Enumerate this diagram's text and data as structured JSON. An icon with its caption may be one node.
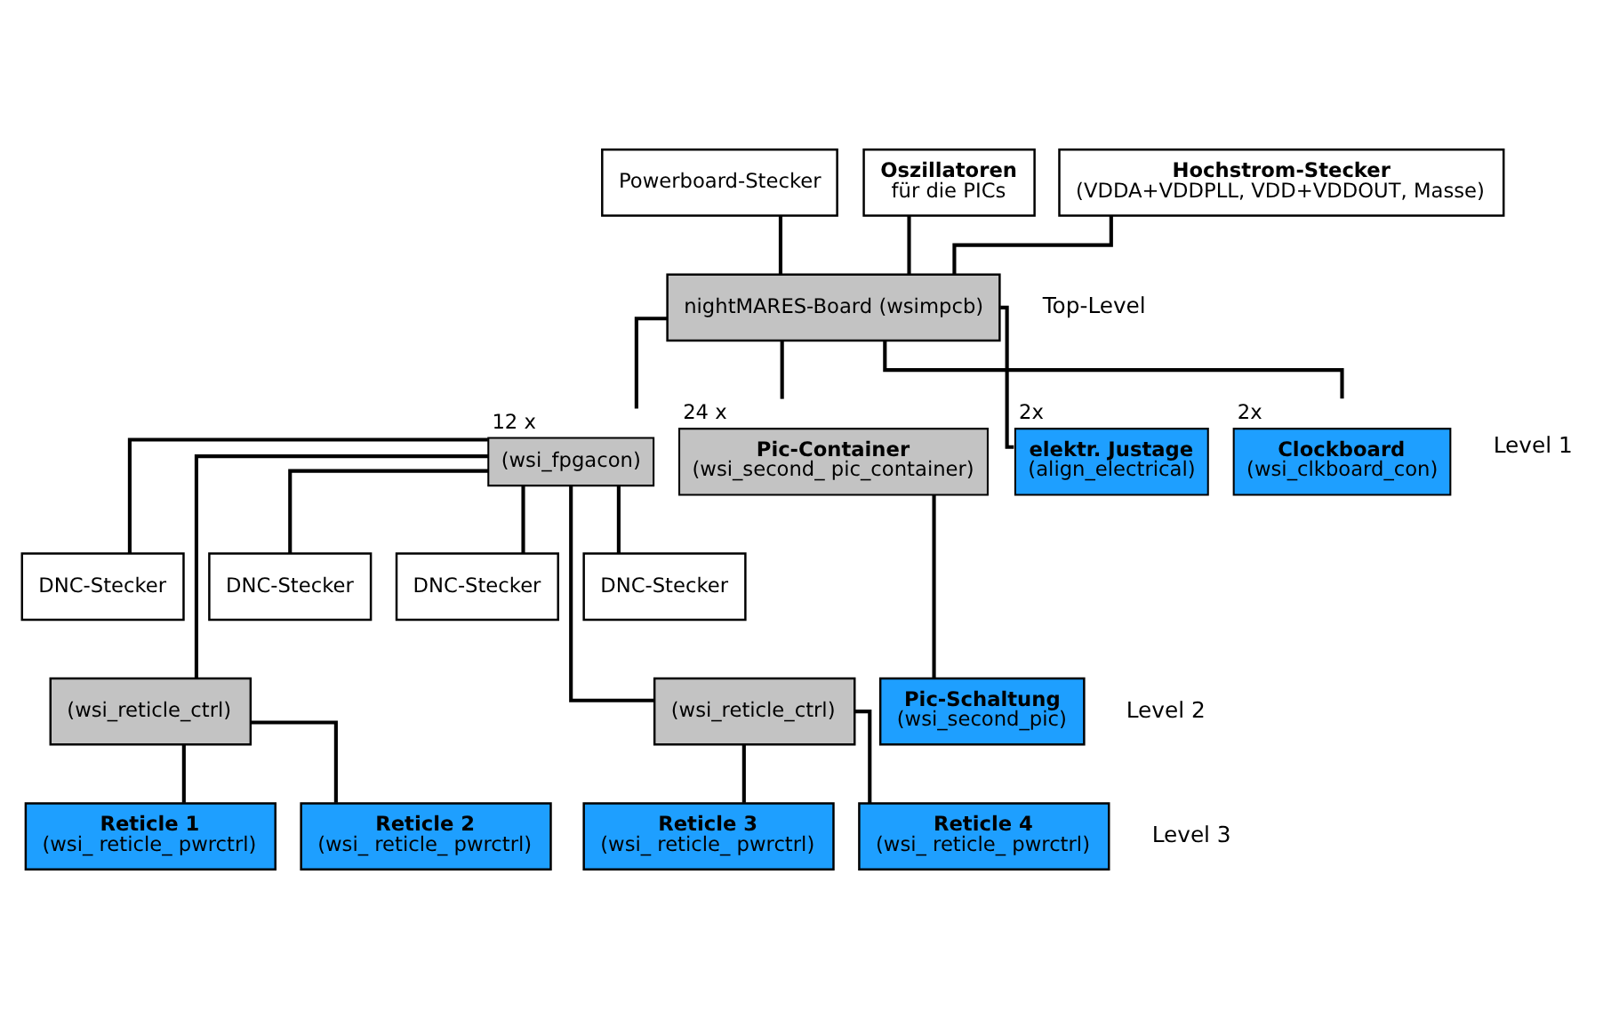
{
  "diagram": {
    "nodes": [
      {
        "text": [
          "Powerboard-Stecker"
        ]
      },
      {
        "text": [
          "Oszillatoren",
          "für die PICs"
        ]
      },
      {
        "text": [
          "Hochstrom-Stecker",
          "(VDDA+VDDPLL, VDD+VDDOUT, Masse)"
        ]
      },
      {
        "text": [
          "nightMARES-Board (wsimpcb)"
        ]
      },
      {
        "text": [
          "(wsi_fpgacon)"
        ],
        "beside": [
          "12 x"
        ]
      },
      {
        "text": [
          "Pic-Container",
          "(wsi_second_ pic_container)"
        ],
        "beside": [
          "24 x"
        ]
      },
      {
        "text": [
          "elektr. Justage",
          "(align_electrical)"
        ],
        "beside": [
          "2x"
        ]
      },
      {
        "text": [
          "Clockboard",
          "(wsi_clkboard_con)"
        ],
        "beside": [
          "2x"
        ]
      },
      {
        "text": [
          "DNC-Stecker"
        ]
      },
      {
        "text": [
          "DNC-Stecker"
        ]
      },
      {
        "text": [
          "DNC-Stecker"
        ]
      },
      {
        "text": [
          "DNC-Stecker"
        ]
      },
      {
        "text": [
          "(wsi_reticle_ctrl)"
        ]
      },
      {
        "text": [
          "(wsi_reticle_ctrl)"
        ]
      },
      {
        "text": [
          "Pic-Schaltung",
          "(wsi_second_pic)"
        ]
      },
      {
        "text": [
          "Reticle 1",
          "(wsi_ reticle_ pwrctrl)"
        ]
      },
      {
        "text": [
          "Reticle 2",
          "(wsi_ reticle_ pwrctrl)"
        ]
      },
      {
        "text": [
          "Reticle 3",
          "(wsi_ reticle_ pwrctrl)"
        ]
      },
      {
        "text": [
          "Reticle 4",
          "(wsi_ reticle_ pwrctrl)"
        ]
      }
    ],
    "edges": [
      {
        "from": 0,
        "to": 3,
        "arrow": "none"
      },
      {
        "from": 1,
        "to": 3,
        "arrow": "none"
      },
      {
        "from": 2,
        "to": 3,
        "arrow": "none"
      },
      {
        "from": 3,
        "to": 4,
        "arrow": "none"
      },
      {
        "from": 3,
        "to": 5,
        "arrow": "none"
      },
      {
        "from": 3,
        "to": 6,
        "arrow": "none"
      },
      {
        "from": 3,
        "to": 7,
        "arrow": "none"
      },
      {
        "from": 4,
        "to": 8,
        "arrow": "none"
      },
      {
        "from": 4,
        "to": 9,
        "arrow": "none"
      },
      {
        "from": 4,
        "to": 10,
        "arrow": "none"
      },
      {
        "from": 4,
        "to": 11,
        "arrow": "none"
      },
      {
        "from": 4,
        "to": 12,
        "arrow": "none"
      },
      {
        "from": 4,
        "to": 13,
        "arrow": "none"
      },
      {
        "from": 5,
        "to": 14,
        "arrow": "none"
      },
      {
        "from": 12,
        "to": 15,
        "arrow": "none"
      },
      {
        "from": 12,
        "to": 16,
        "arrow": "none"
      },
      {
        "from": 13,
        "to": 17,
        "arrow": "none"
      },
      {
        "from": 13,
        "to": 18,
        "arrow": "none"
      }
    ],
    "labels": [
      "Top-Level",
      "Level 1",
      "Level 2",
      "Level 3"
    ]
  }
}
